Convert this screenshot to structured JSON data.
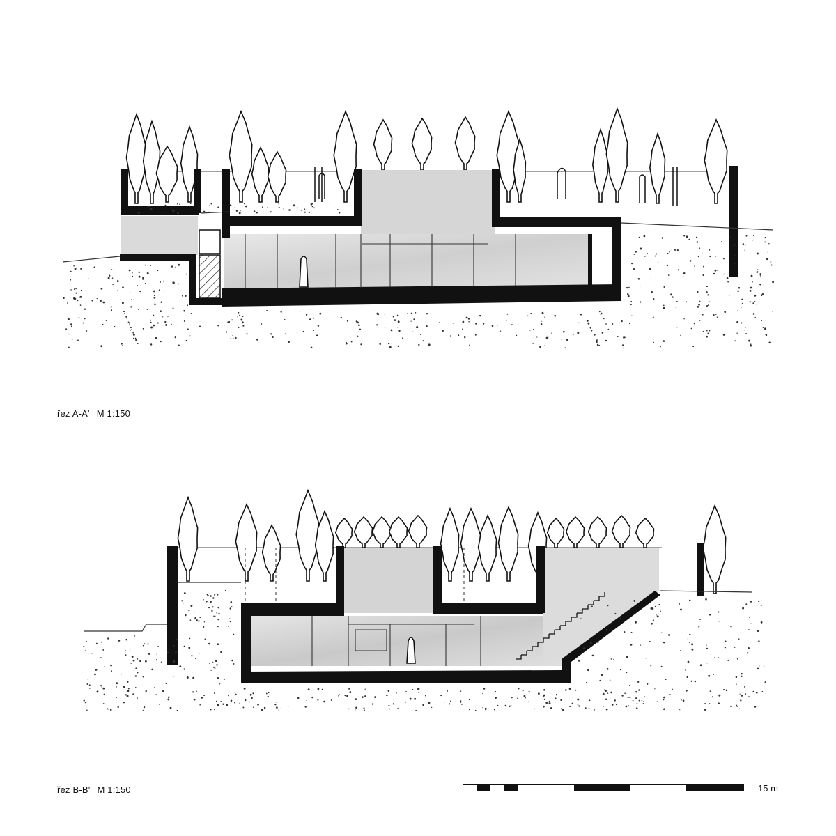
{
  "sections": [
    {
      "name": "řez A-A'",
      "scale": "M 1:150"
    },
    {
      "name": "řez B-B'",
      "scale": "M 1:150"
    }
  ],
  "scale_bar": {
    "label": "15 m",
    "segments": [
      "white",
      "black",
      "white",
      "black",
      "white",
      "black",
      "white",
      "black",
      "white",
      "black"
    ]
  },
  "colors": {
    "ink": "#111111",
    "wash": "#d9d9d9",
    "paper": "#ffffff"
  }
}
